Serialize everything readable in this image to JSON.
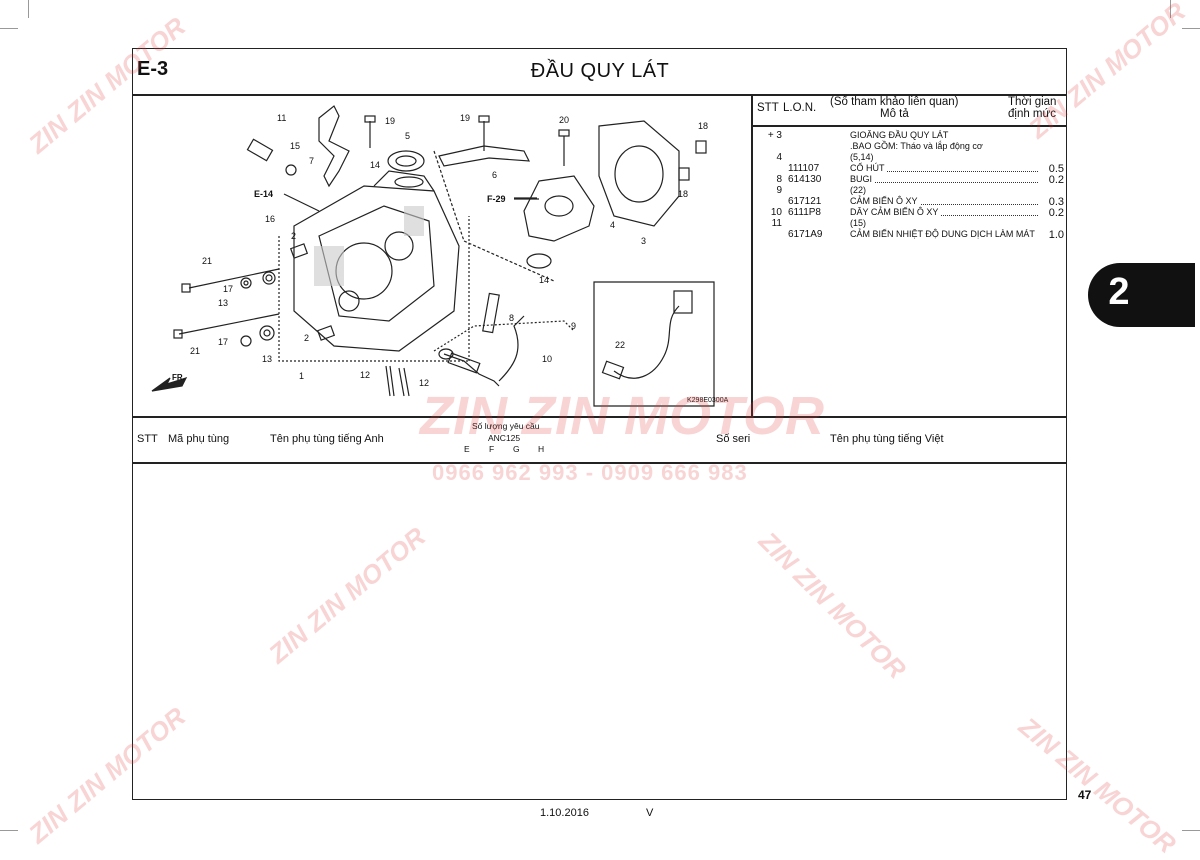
{
  "header": {
    "section_code": "E-3",
    "title": "ĐẦU QUY LÁT"
  },
  "right_table": {
    "col_stt": "STT",
    "col_lon": "L.O.N.",
    "col_desc_line1": "(Số tham khảo liên quan)",
    "col_desc_line2": "Mô tả",
    "col_time_line1": "Thời gian",
    "col_time_line2": "định mức",
    "rows": [
      {
        "stt": "+ 3",
        "lon": "",
        "desc": "GIOĂNG ĐẦU QUY LÁT",
        "time": ""
      },
      {
        "stt": "",
        "lon": "",
        "desc": ".BAO GỒM: Tháo và lắp động cơ",
        "time": ""
      },
      {
        "stt": "4",
        "lon": "",
        "desc": "(5,14)",
        "time": ""
      },
      {
        "stt": "",
        "lon": "111107",
        "desc": "CỔ HÚT",
        "time": "0.5"
      },
      {
        "stt": "8",
        "lon": "614130",
        "desc": "BUGI",
        "time": "0.2"
      },
      {
        "stt": "9",
        "lon": "",
        "desc": "(22)",
        "time": ""
      },
      {
        "stt": "",
        "lon": "617121",
        "desc": "CẢM BIẾN Ô XY",
        "time": "0.3"
      },
      {
        "stt": "10",
        "lon": "6111P8",
        "desc": "DÂY CẢM BIẾN Ô XY",
        "time": "0.2"
      },
      {
        "stt": "11",
        "lon": "",
        "desc": "(15)",
        "time": ""
      },
      {
        "stt": "",
        "lon": "6171A9",
        "desc": "CẢM BIẾN NHIỆT ĐỘ DUNG DỊCH LÀM MÁT",
        "time": "1.0"
      }
    ]
  },
  "diagram": {
    "callouts": [
      "11",
      "15",
      "7",
      "19",
      "5",
      "19",
      "6",
      "20",
      "18",
      "14",
      "E-14",
      "16",
      "2",
      "21",
      "17",
      "13",
      "F-29",
      "4",
      "3",
      "18",
      "14",
      "8",
      "9",
      "21",
      "17",
      "13",
      "2",
      "1",
      "12",
      "12",
      "10",
      "22"
    ],
    "fr_label": "FR.",
    "ref_code": "K298E0300A"
  },
  "lower_table": {
    "col_stt": "STT",
    "col_part_no": "Mã phụ tùng",
    "col_name_en": "Tên phụ tùng tiếng Anh",
    "qty_label": "Số lượng yêu cầu",
    "model": "ANC125",
    "variants": [
      "E",
      "F",
      "G",
      "H"
    ],
    "col_serial": "Số seri",
    "col_name_vi": "Tên phụ tùng tiếng Việt"
  },
  "tab_number": "2",
  "page_number": "47",
  "footer": {
    "date": "1.10.2016",
    "code": "V"
  },
  "watermark": {
    "brand": "ZIN ZIN MOTOR",
    "phone": "0966 962 993 - 0909 666 983",
    "color": "#e03c3c"
  }
}
